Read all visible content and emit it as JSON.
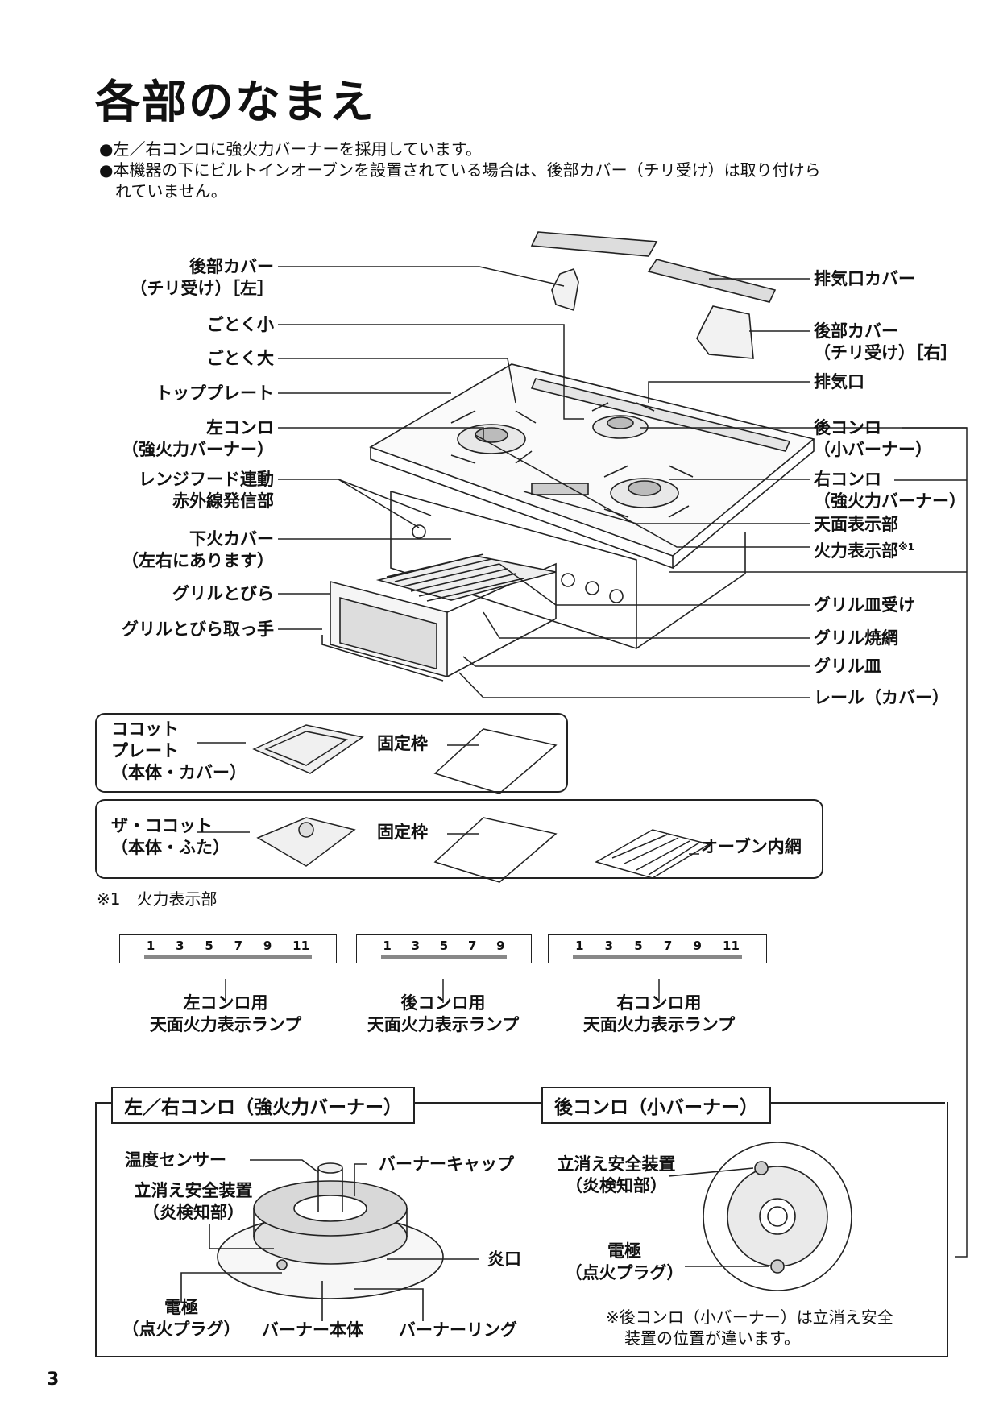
{
  "page_title": "各部のなまえ",
  "bullets": [
    "●左／右コンロに強火力バーナーを採用しています。",
    "●本機器の下にビルトインオーブンを設置されている場合は、後部カバー（チリ受け）は取り付けら",
    "　れていません。"
  ],
  "labels_left": {
    "rear_cover_left_1": "後部カバー",
    "rear_cover_left_2": "（チリ受け）［左］",
    "gotoku_small": "ごとく小",
    "gotoku_large": "ごとく大",
    "top_plate": "トッププレート",
    "left_burner_1": "左コンロ",
    "left_burner_2": "（強火力バーナー）",
    "range_hood_1": "レンジフード連動",
    "range_hood_2": "赤外線発信部",
    "lower_cover_1": "下火カバー",
    "lower_cover_2": "（左右にあります）",
    "grill_door": "グリルとびら",
    "grill_handle": "グリルとびら取っ手"
  },
  "labels_right": {
    "exhaust_cover": "排気口カバー",
    "rear_cover_right_1": "後部カバー",
    "rear_cover_right_2": "（チリ受け）［右］",
    "exhaust": "排気口",
    "rear_burner_1": "後コンロ",
    "rear_burner_2": "（小バーナー）",
    "right_burner_1": "右コンロ",
    "right_burner_2": "（強火力バーナー）",
    "top_display": "天面表示部",
    "power_display": "火力表示部",
    "power_display_mark": "※1",
    "grill_pan_holder": "グリル皿受け",
    "grill_grate": "グリル焼網",
    "grill_pan": "グリル皿",
    "rail": "レール（カバー）"
  },
  "accessories": {
    "cocotte_plate_1": "ココット",
    "cocotte_plate_2": "プレート",
    "cocotte_plate_3": "（本体・カバー）",
    "fixed_frame": "固定枠",
    "the_cocotte_1": "ザ・ココット",
    "the_cocotte_2": "（本体・ふた）",
    "oven_rack": "オーブン内網"
  },
  "footnote": "※1　火力表示部",
  "lamps": [
    {
      "numbers": [
        "1",
        "3",
        "5",
        "7",
        "9",
        "11"
      ],
      "label_1": "左コンロ用",
      "label_2": "天面火力表示ランプ"
    },
    {
      "numbers": [
        "1",
        "3",
        "5",
        "7",
        "9"
      ],
      "label_1": "後コンロ用",
      "label_2": "天面火力表示ランプ"
    },
    {
      "numbers": [
        "1",
        "3",
        "5",
        "7",
        "9",
        "11"
      ],
      "label_1": "右コンロ用",
      "label_2": "天面火力表示ランプ"
    }
  ],
  "burner_section": {
    "header_left": "左／右コンロ（強火力バーナー）",
    "header_right": "後コンロ（小バーナー）",
    "temp_sensor": "温度センサー",
    "burner_cap": "バーナーキャップ",
    "safety_1": "立消え安全装置",
    "safety_2": "（炎検知部）",
    "flame_port": "炎口",
    "electrode_1": "電極",
    "electrode_2": "（点火プラグ）",
    "burner_body": "バーナー本体",
    "burner_ring": "バーナーリング",
    "rear_safety_1": "立消え安全装置",
    "rear_safety_2": "（炎検知部）",
    "rear_electrode_1": "電極",
    "rear_electrode_2": "（点火プラグ）",
    "rear_note_1": "※後コンロ（小バーナー）は立消え安全",
    "rear_note_2": "装置の位置が違います。"
  },
  "page_number": "3"
}
